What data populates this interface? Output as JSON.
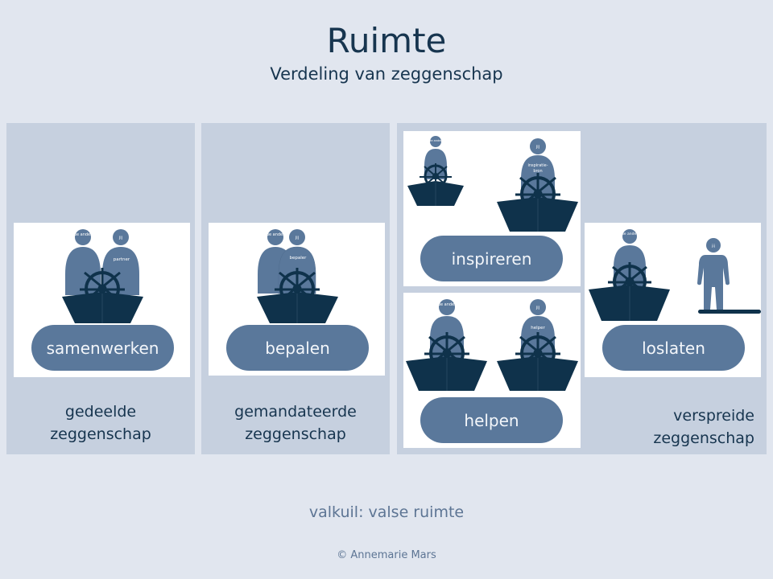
{
  "header": {
    "title": "Ruimte",
    "subtitle": "Verdeling van zeggenschap"
  },
  "colors": {
    "background": "#e1e6ef",
    "panel": "#c6d0df",
    "card": "#ffffff",
    "pill": "#5a789b",
    "figure": "#5a789b",
    "boat": "#0f324b",
    "text_dark": "#17354f",
    "text_muted": "#5d7594"
  },
  "panels": [
    {
      "caption_line1": "gedeelde",
      "caption_line2": "zeggenschap",
      "cards": [
        {
          "pill": "samenwerken",
          "figures": [
            {
              "head": "de ander",
              "body": ""
            },
            {
              "head": "jij",
              "body": "partner"
            }
          ]
        }
      ]
    },
    {
      "caption_line1": "gemandateerde",
      "caption_line2": "zeggenschap",
      "cards": [
        {
          "pill": "bepalen",
          "figures": [
            {
              "head": "de ander",
              "body": ""
            },
            {
              "head": "jij",
              "body": "bepaler"
            }
          ]
        }
      ]
    },
    {
      "caption_line1": "verspreide",
      "caption_line2": "zeggenschap",
      "cards": [
        {
          "pill": "inspireren",
          "figures": [
            {
              "head": "de ander",
              "body": ""
            },
            {
              "head": "jij",
              "body": "inspiratie-bron",
              "body_line1": "inspiratie-",
              "body_line2": "bron"
            }
          ]
        },
        {
          "pill": "helpen",
          "figures": [
            {
              "head": "de ander",
              "body": ""
            },
            {
              "head": "jij",
              "body": "helper"
            }
          ]
        },
        {
          "pill": "loslaten",
          "figures": [
            {
              "head": "de ander",
              "body": ""
            },
            {
              "head": "jij",
              "body": ""
            }
          ]
        }
      ]
    }
  ],
  "footer": {
    "pitfall": "valkuil: valse ruimte",
    "copyright": "© Annemarie Mars"
  }
}
